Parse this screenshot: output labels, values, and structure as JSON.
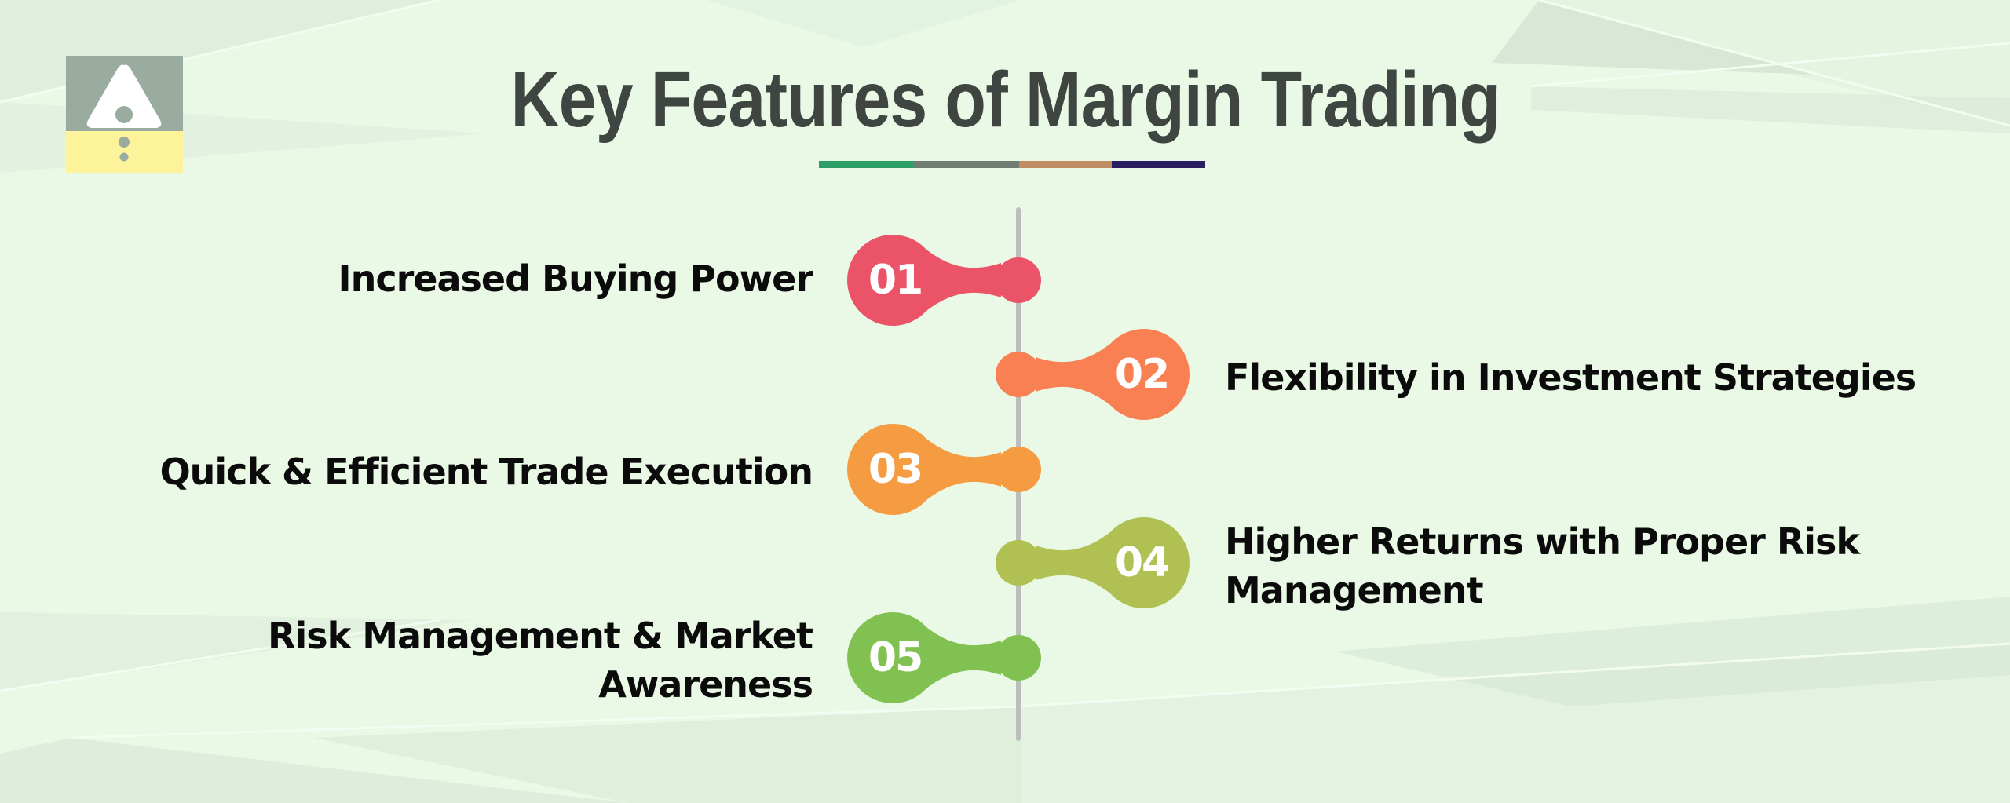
{
  "header": {
    "title": "Key Features of Margin Trading",
    "logo_icon": "warning-triangle-icon",
    "underline_colors": [
      "#2e9e67",
      "#6f7d72",
      "#bf8d62",
      "#2a2060"
    ]
  },
  "timeline": {
    "line_color": "#bdbdbd",
    "items": [
      {
        "number": "01",
        "label": "Increased Buying Power",
        "side": "left",
        "color": "#eb5468"
      },
      {
        "number": "02",
        "label": "Flexibility in Investment Strategies",
        "side": "right",
        "color": "#f88052"
      },
      {
        "number": "03",
        "label": "Quick & Efficient Trade Execution",
        "side": "left",
        "color": "#f59b42"
      },
      {
        "number": "04",
        "label_line1": "Higher Returns with Proper Risk",
        "label_line2": "Management",
        "side": "right",
        "color": "#b0c053"
      },
      {
        "number": "05",
        "label_line1": "Risk Management & Market",
        "label_line2": "Awareness",
        "side": "left",
        "color": "#81c151"
      }
    ]
  },
  "colors": {
    "background": "#e9f9e6",
    "title_text": "#3f4642",
    "label_text": "#0b0b0b",
    "logo_top": "#9aab9f",
    "logo_bottom": "#fdf39a"
  }
}
